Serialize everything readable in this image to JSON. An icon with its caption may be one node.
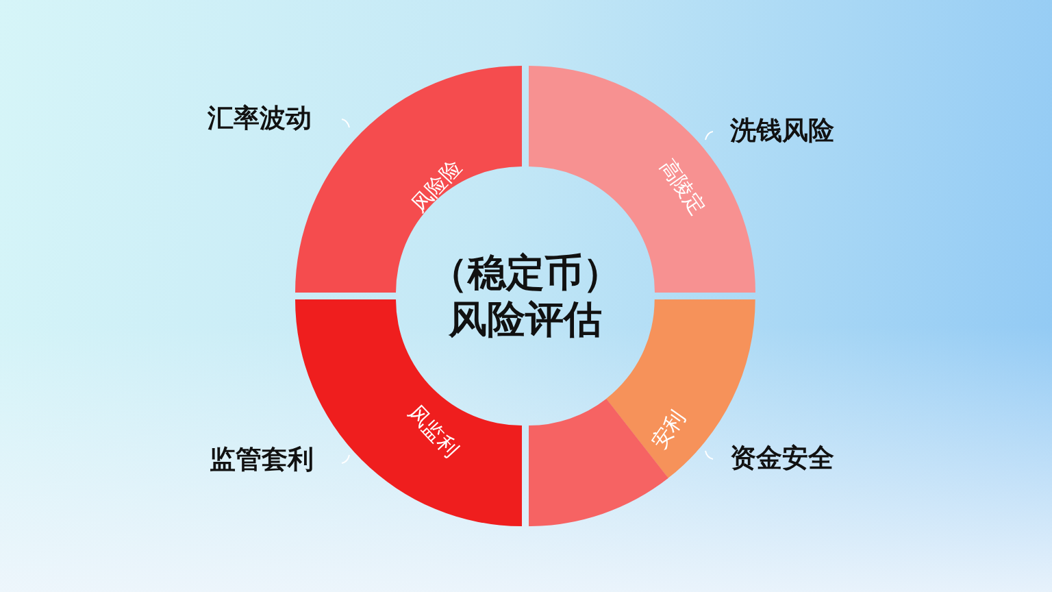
{
  "diagram": {
    "title": "（稳定币）风险评估",
    "nodes": [
      {
        "text": [
          "风险险"
        ]
      },
      {
        "text": [
          "高陵定"
        ]
      },
      {
        "text": [
          "安利"
        ]
      },
      {
        "text": [
          "风监利"
        ]
      },
      {
        "text": [],
        "shape": "arc"
      }
    ],
    "labels": [
      "汇率波动",
      "洗钱风险",
      "监管套利",
      "资金安全"
    ]
  }
}
